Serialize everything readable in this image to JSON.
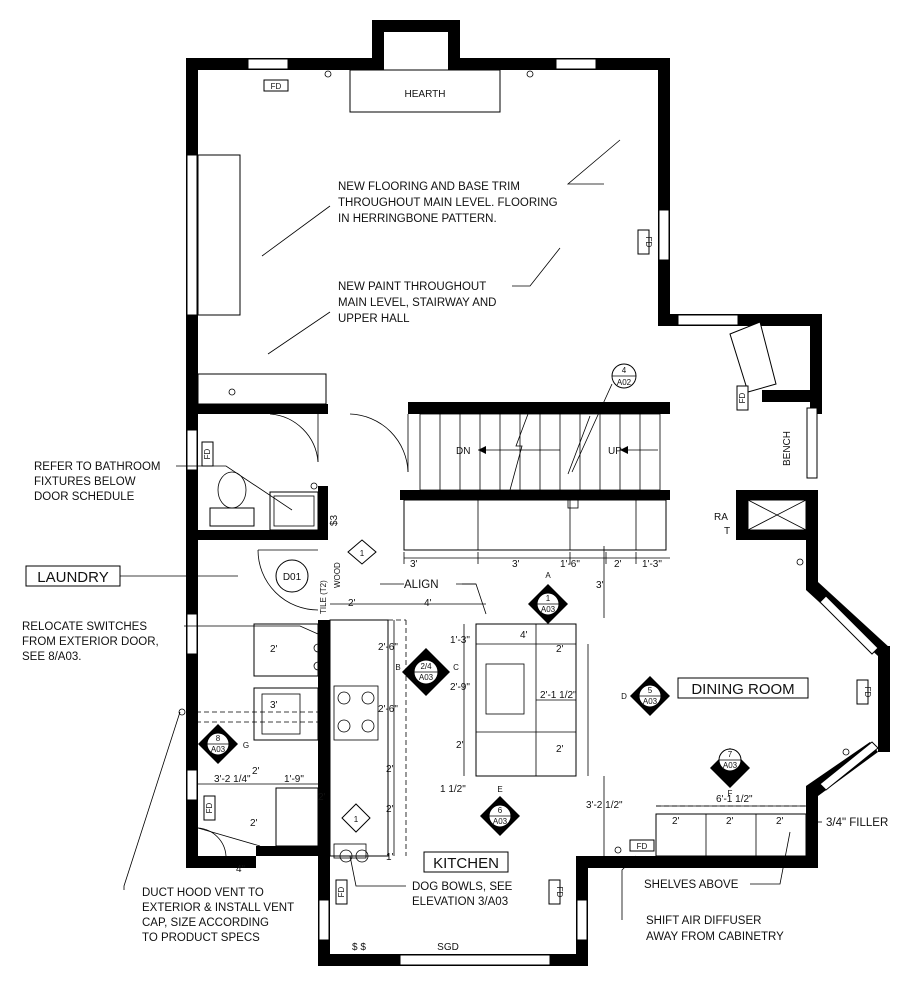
{
  "rooms": {
    "laundry": "LAUNDRY",
    "kitchen": "KITCHEN",
    "dining": "DINING ROOM",
    "hearth": "HEARTH",
    "bench": "BENCH"
  },
  "notes": {
    "flooring": [
      "NEW FLOORING AND BASE TRIM",
      "THROUGHOUT MAIN LEVEL. FLOORING",
      "IN HERRINGBONE PATTERN."
    ],
    "paint": [
      "NEW PAINT THROUGHOUT",
      "MAIN LEVEL, STAIRWAY AND",
      "UPPER HALL"
    ],
    "bathroom": [
      "REFER TO BATHROOM",
      "FIXTURES BELOW",
      "DOOR SCHEDULE"
    ],
    "switches": [
      "RELOCATE SWITCHES",
      "FROM EXTERIOR DOOR,",
      "SEE 8/A03."
    ],
    "duct": [
      "DUCT HOOD VENT TO",
      "EXTERIOR & INSTALL VENT",
      "CAP, SIZE ACCORDING",
      "TO PRODUCT SPECS"
    ],
    "dog_bowls": [
      "DOG BOWLS, SEE",
      "ELEVATION 3/A03"
    ],
    "shelves": "SHELVES ABOVE",
    "air": [
      "SHIFT AIR DIFFUSER",
      "AWAY FROM CABINETRY"
    ],
    "filler": "3/4\" FILLER",
    "align": "ALIGN"
  },
  "labels": {
    "fd": "FD",
    "dn": "DN",
    "up": "UP",
    "sgd": "SGD",
    "door_tag": "D01",
    "tile": "TILE (T2)",
    "wood": "WOOD",
    "ra": "RA",
    "t": "T",
    "ss": "$ $",
    "sw3": "$3",
    "tag1": "1"
  },
  "sections": {
    "s4": {
      "num": "4",
      "sheet": "A02"
    },
    "s1": {
      "num": "1",
      "sheet": "A03",
      "letter": "A"
    },
    "s24": {
      "num": "2/4",
      "sheet": "A03",
      "left": "B",
      "right": "C"
    },
    "s5": {
      "num": "5",
      "sheet": "A03",
      "letter": "D"
    },
    "s6": {
      "num": "6",
      "sheet": "A03",
      "letter": "E"
    },
    "s7": {
      "num": "7",
      "sheet": "A03",
      "letter": "F"
    },
    "s8": {
      "num": "8",
      "sheet": "A03",
      "letter": "G"
    }
  },
  "dims": {
    "d_2a": "2'",
    "d_4a": "4'",
    "d_3a": "3'",
    "d_3b": "3'",
    "d_16": "1'-6\"",
    "d_2b": "2'",
    "d_13a": "1'-3\"",
    "d_3c": "3'",
    "d_26a": "2'-6\"",
    "d_26b": "2'-6\"",
    "d_2c": "2'",
    "d_2d": "2'",
    "d_2e": "2'",
    "d_13b": "1'-3\"",
    "d_4b": "4'",
    "d_29": "2'-9\"",
    "d_2f": "2'",
    "d_2112": "2'-1 1/2\"",
    "d_2g": "2'",
    "d_2h": "2'",
    "d_112": "1 1/2\"",
    "d_3212": "3'-2 1/2\"",
    "d_3214": "3'-2 1/4\"",
    "d_2i": "2'",
    "d_19": "1'-9\"",
    "d_2j": "2'",
    "d_4c": "4\"",
    "d_3": "3'",
    "d_2k": "2'",
    "d_1": "1'",
    "d_6112": "6'-1 1/2\"",
    "d_2l": "2'",
    "d_2m": "2'",
    "d_2n": "2'",
    "d_2o": "2'"
  }
}
